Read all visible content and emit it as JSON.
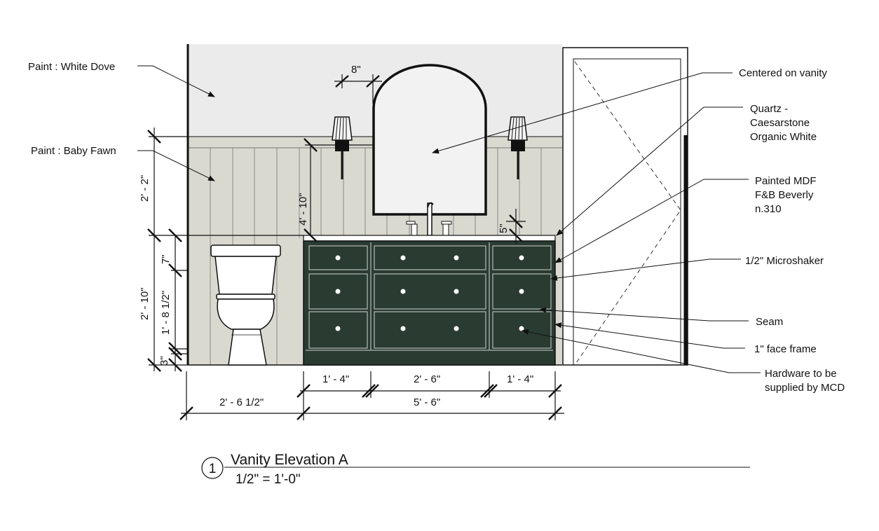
{
  "colors": {
    "wall_upper": "#ebebeb",
    "wainscot": "#d9d9d0",
    "vanity": "#2a3b32",
    "line": "#111111"
  },
  "callouts": {
    "paint_upper": "Paint :  White Dove",
    "paint_lower": "Paint :  Baby Fawn",
    "centered": "Centered on vanity",
    "quartz_1": "Quartz -",
    "quartz_2": "Caesarstone",
    "quartz_3": "Organic White",
    "mdf_1": "Painted MDF",
    "mdf_2": "F&B Beverly",
    "mdf_3": "n.310",
    "microshaker": "1/2\" Microshaker",
    "seam": "Seam",
    "face_frame": "1\" face frame",
    "hardware_1": "Hardware to be",
    "hardware_2": "supplied by MCD"
  },
  "dimensions": {
    "sconce_offset": "8\"",
    "wainscot_height": "2' - 2\"",
    "mirror_height": "4' - 10\"",
    "backsplash": "5\"",
    "top_drawer": "7\"",
    "vanity_height": "2' - 10\"",
    "lower_drawers": "1' - 8 1/2\"",
    "toe_kick": "3\"",
    "toilet_offset": "2' - 6 1/2\"",
    "left_bank": "1' - 4\"",
    "center_bank": "2' - 6\"",
    "right_bank": "1' - 4\"",
    "vanity_width": "5' - 6\""
  },
  "title_block": {
    "number": "1",
    "title": "Vanity Elevation A",
    "scale": "1/2\" = 1'-0\""
  }
}
